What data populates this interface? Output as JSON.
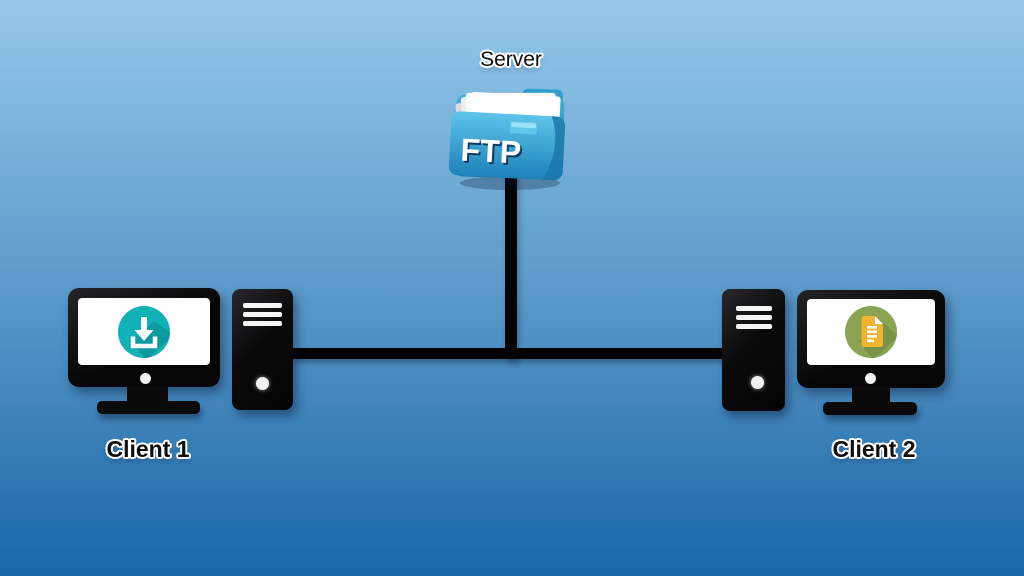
{
  "server": {
    "label": "Server",
    "icon": "ftp-folder-icon",
    "icon_text": "FTP"
  },
  "clients": [
    {
      "label": "Client 1",
      "screen_icon": "download-icon"
    },
    {
      "label": "Client 2",
      "screen_icon": "document-icon"
    }
  ],
  "connections": {
    "topology": "server linked by vertical line to horizontal bus joining client 1 tower and client 2 tower"
  },
  "colors": {
    "background_top": "#95c8eb",
    "background_bottom": "#1a66a6",
    "line": "#030303",
    "folder_front": "#2e9ccf",
    "download_circle": "#11b2b6",
    "document_circle": "#8aa454",
    "document_paper": "#f1b42f"
  }
}
